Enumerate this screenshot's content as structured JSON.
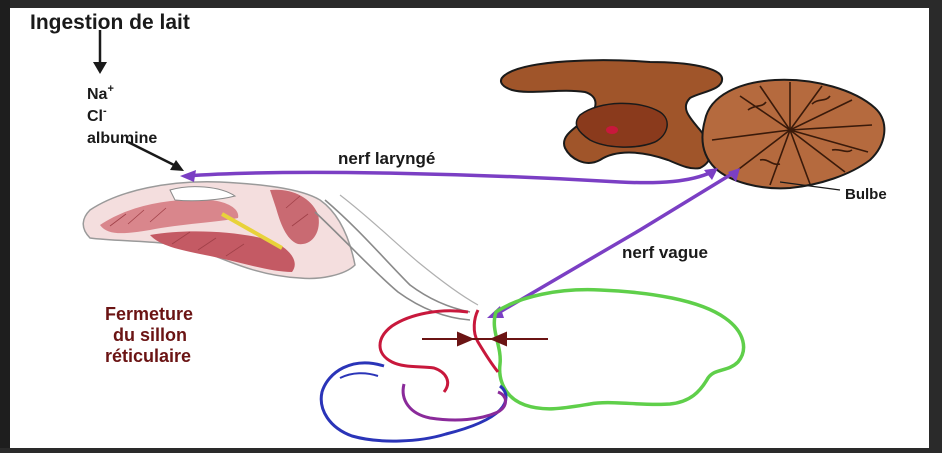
{
  "labels": {
    "ingestion": "Ingestion de lait",
    "na": "Na",
    "na_sup": "+",
    "cl": "Cl",
    "cl_sup": "-",
    "albumine": "albumine",
    "nerf_larynge": "nerf laryngé",
    "bulbe": "Bulbe",
    "nerf_vague": "nerf vague",
    "fermeture_1": "Fermeture",
    "fermeture_2": "du sillon",
    "fermeture_3": "réticulaire"
  },
  "colors": {
    "nerve": "#7b3fc4",
    "brain": "#a0552a",
    "cerebellum": "#8a4a22",
    "rumen": "#5fcf4a",
    "reticulum": "#c8183c",
    "abomasum": "#2a34b8",
    "omasum": "#8a2a9a",
    "mouth_tissue": "#d9868c",
    "label_red": "#6b1414"
  }
}
